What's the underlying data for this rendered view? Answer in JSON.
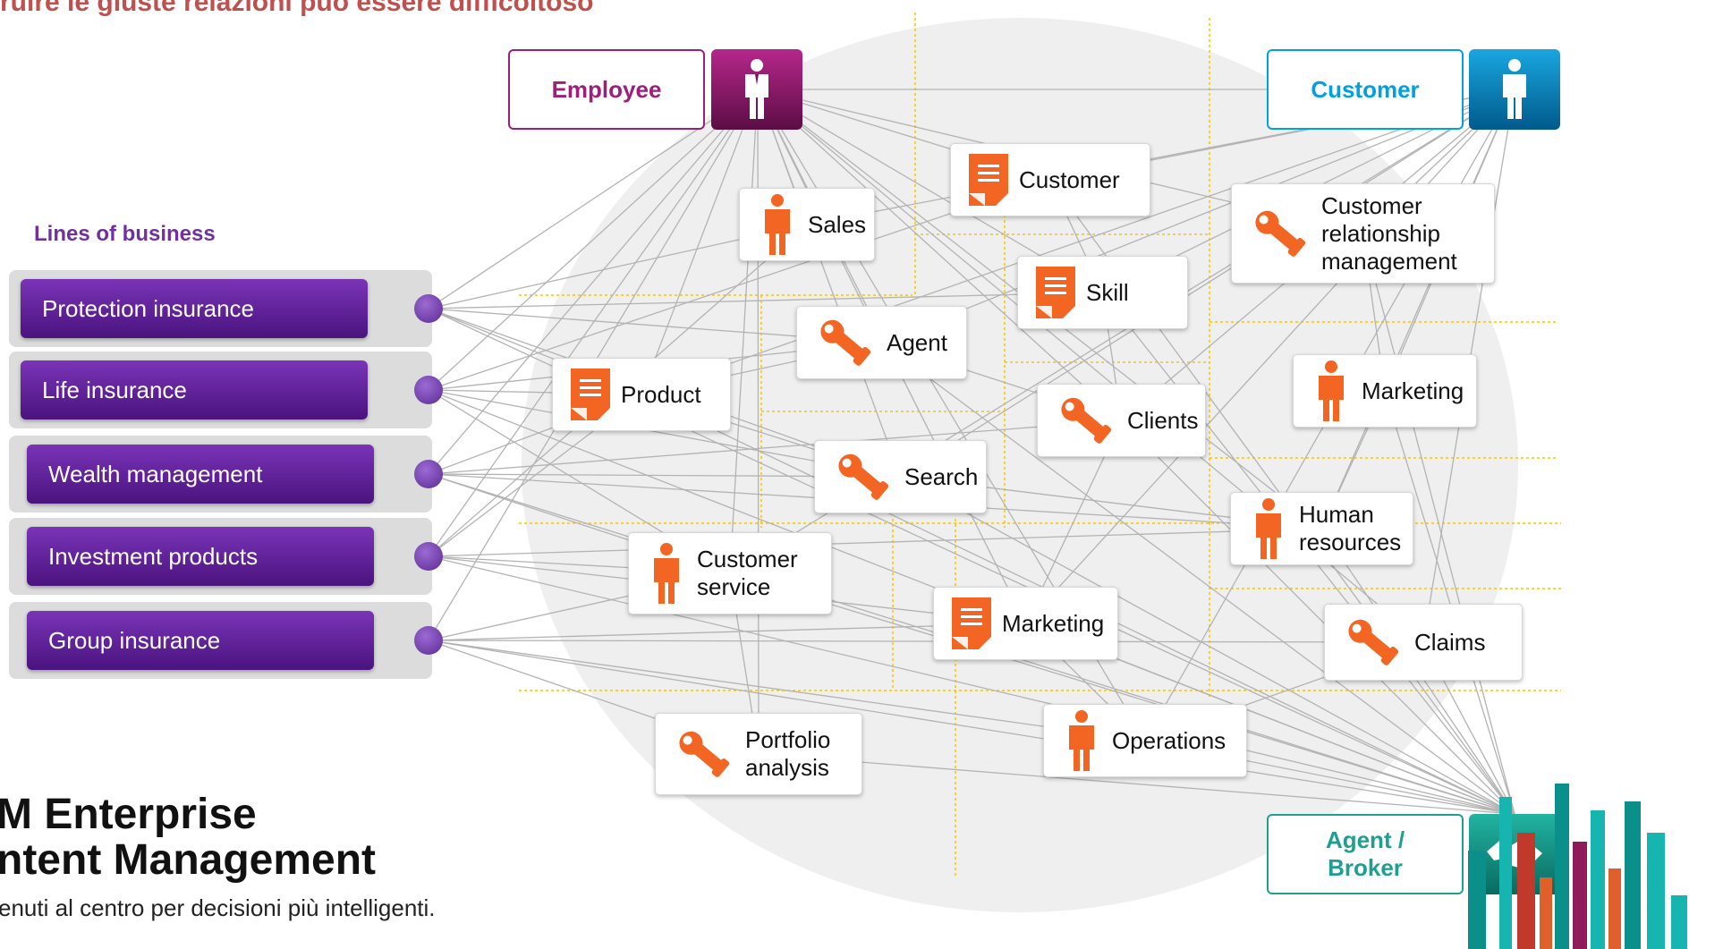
{
  "header": {
    "title_fragment": "ruire le giuste relazioni può essere difficoltoso"
  },
  "lines_of_business": {
    "heading": "Lines of business",
    "items": [
      "Protection insurance",
      "Life insurance",
      "Wealth management",
      "Investment products",
      "Group insurance"
    ]
  },
  "roles": {
    "employee": "Employee",
    "customer": "Customer",
    "agent_broker": "Agent /\nBroker"
  },
  "nodes": [
    {
      "label": "Customer",
      "icon": "document-icon"
    },
    {
      "label": "Sales",
      "icon": "person-icon"
    },
    {
      "label": "Customer\nrelationship\nmanagement",
      "icon": "wrench-icon"
    },
    {
      "label": "Skill",
      "icon": "document-icon"
    },
    {
      "label": "Agent",
      "icon": "wrench-icon"
    },
    {
      "label": "Product",
      "icon": "document-icon"
    },
    {
      "label": "Marketing",
      "icon": "person-icon"
    },
    {
      "label": "Clients",
      "icon": "wrench-icon"
    },
    {
      "label": "Search",
      "icon": "wrench-icon"
    },
    {
      "label": "Human\nresources",
      "icon": "person-icon"
    },
    {
      "label": "Customer\nservice",
      "icon": "person-icon"
    },
    {
      "label": "Marketing",
      "icon": "document-icon"
    },
    {
      "label": "Claims",
      "icon": "wrench-icon"
    },
    {
      "label": "Operations",
      "icon": "person-icon"
    },
    {
      "label": "Portfolio\nanalysis",
      "icon": "wrench-icon"
    }
  ],
  "brand": {
    "line1": "M Enterprise",
    "line2": "ntent Management",
    "tagline": "enuti al centro per decisioni più intelligenti."
  },
  "colors": {
    "title": "#c0504d",
    "lob_heading": "#7030a0",
    "employee": "#9e1f78",
    "customer": "#00a1df",
    "agent": "#1f9f8f",
    "icon_orange": "#f26522",
    "guide_lines": "#f0c419"
  }
}
